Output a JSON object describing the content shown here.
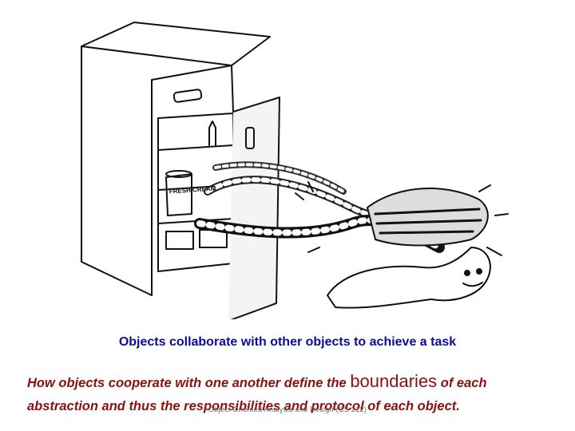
{
  "slide": {
    "caption": "Objects collaborate with other objects to achieve a task",
    "paragraph": {
      "before": "How objects cooperate with one another define the ",
      "emphasis": "boundaries",
      "after": " of each abstraction and thus the responsibilities and protocol of each object."
    },
    "footer": "Object Oriented Analysis and Design (CS 212)"
  },
  "illustration": {
    "subject": "refrigerator-cat-cartoon",
    "label_on_carton": "FRESH CREAM"
  },
  "colors": {
    "caption": "#0b0b9e",
    "body_text": "#8b1010",
    "footer": "#6a6a6a",
    "ink": "#111111"
  }
}
